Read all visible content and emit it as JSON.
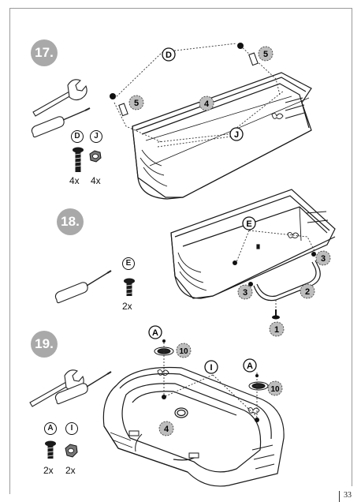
{
  "page_number": "33",
  "steps": [
    {
      "number": "17.",
      "parts": [
        {
          "letter": "D",
          "qty": "4x",
          "icon": "bolt-icon"
        },
        {
          "letter": "J",
          "qty": "4x",
          "icon": "nut-icon"
        }
      ],
      "tools": [
        "wrench-icon",
        "screwdriver-icon"
      ],
      "callouts": {
        "d": "D",
        "j": "J",
        "part4": "4",
        "part5a": "5",
        "part5b": "5"
      }
    },
    {
      "number": "18.",
      "parts": [
        {
          "letter": "E",
          "qty": "2x",
          "icon": "bolt-icon"
        }
      ],
      "tools": [
        "screwdriver-icon"
      ],
      "callouts": {
        "e": "E",
        "part1": "1",
        "part2": "2",
        "part3a": "3",
        "part3b": "3"
      }
    },
    {
      "number": "19.",
      "parts": [
        {
          "letter": "A",
          "qty": "2x",
          "icon": "bolt-icon"
        },
        {
          "letter": "I",
          "qty": "2x",
          "icon": "nut-icon"
        }
      ],
      "tools": [
        "wrench-icon",
        "screwdriver-icon"
      ],
      "callouts": {
        "a1": "A",
        "a2": "A",
        "i": "I",
        "part10a": "10",
        "part10b": "10",
        "part4": "4"
      }
    }
  ]
}
